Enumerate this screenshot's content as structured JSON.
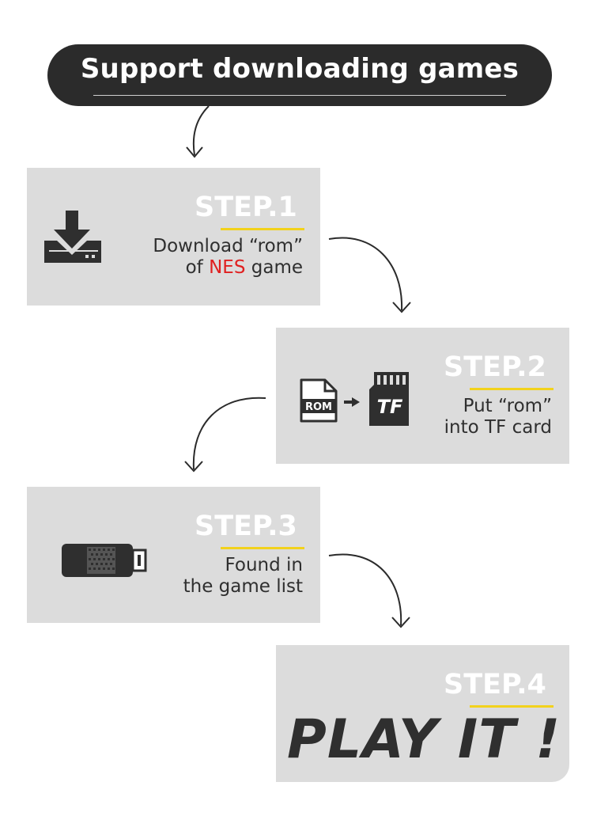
{
  "banner": {
    "title": "Support downloading games"
  },
  "steps": [
    {
      "label": "STEP.1",
      "line1": "Download “rom”",
      "line2_pre": "of ",
      "line2_highlight": "NES",
      "line2_post": " game",
      "icon": "download-icon"
    },
    {
      "label": "STEP.2",
      "line1": "Put “rom”",
      "line2": "into TF card",
      "icon": "rom-to-tf-card-icon",
      "rom_label": "ROM",
      "tf_label": "TF"
    },
    {
      "label": "STEP.3",
      "line1": "Found in",
      "line2": "the game list",
      "icon": "hdmi-stick-icon"
    },
    {
      "label": "STEP.4",
      "cta": "PLAY IT !"
    }
  ],
  "colors": {
    "banner": "#2b2b2b",
    "panel": "#dcdcdc",
    "accent_underline": "#f2d21c",
    "highlight": "#e02020",
    "text": "#2f2f2f"
  }
}
